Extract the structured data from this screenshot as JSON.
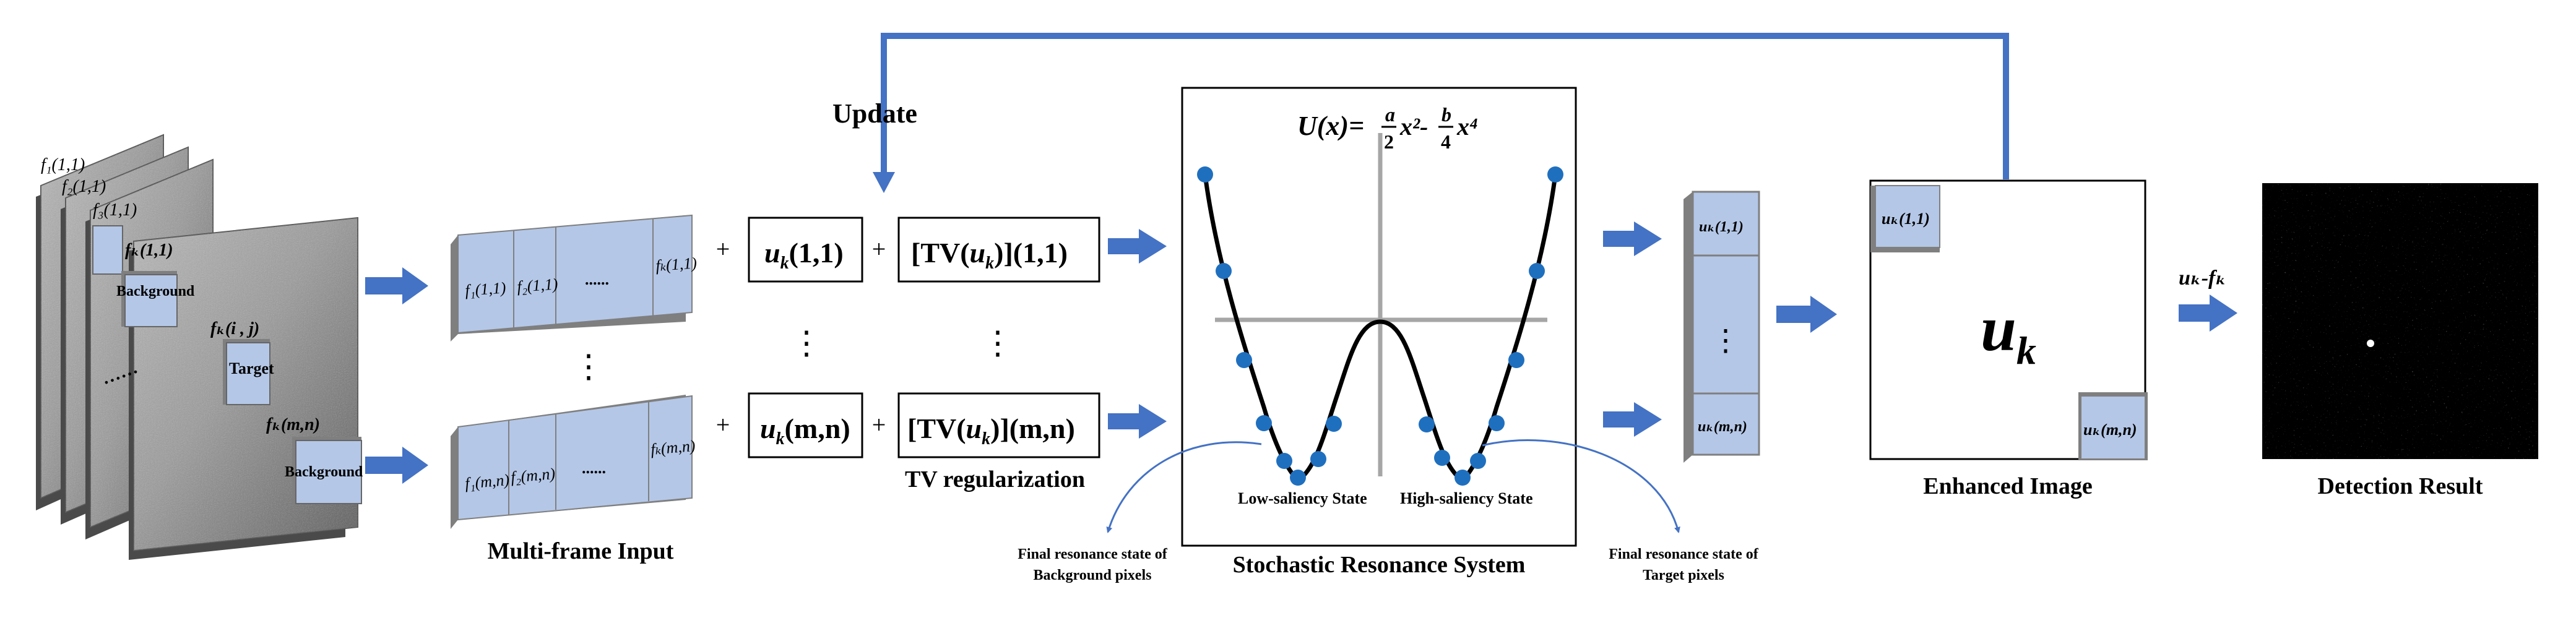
{
  "labels": {
    "update": "Update",
    "multi_frame_input": "Multi-frame Input",
    "tv_regularization": "TV regularization",
    "stochastic_resonance_system": "Stochastic Resonance System",
    "enhanced_image": "Enhanced Image",
    "detection_result": "Detection Result",
    "low_saliency_state": "Low-saliency State",
    "high_saliency_state": "High-saliency State",
    "final_state_bg_line1": "Final resonance state of",
    "final_state_bg_line2": "Background pixels",
    "final_state_tg_line1": "Final resonance state of",
    "final_state_tg_line2": "Target pixels",
    "background": "Background",
    "target": "Target",
    "plus": "+",
    "vdots": "⋮",
    "hdots": "......"
  },
  "frames": {
    "f1_11": "f₁(1,1)",
    "f2_11": "f₂(1,1)",
    "f3_11": "f₃(1,1)",
    "fk_11": "fₖ(1,1)",
    "fk_ij": "fₖ(i , j)",
    "fk_mn": "fₖ(m,n)",
    "vdots": "⋮"
  },
  "vectors": {
    "top": [
      "f₁(1,1)",
      "f₂(1,1)",
      "......",
      "fₖ(1,1)"
    ],
    "bottom": [
      "f₁(m,n)",
      "f₂(m,n)",
      "......",
      "fₖ(m,n)"
    ]
  },
  "terms": {
    "u_base": "u",
    "sub_k": "k",
    "idx_11": "(1,1)",
    "idx_mn": "(m,n)",
    "tv_open": "[TV(",
    "tv_close": ")]"
  },
  "equation": {
    "lhs": "U(x)=",
    "a": "a",
    "two": "2",
    "x2": "x²-",
    "b": "b",
    "four": "4",
    "x4": "x⁴"
  },
  "output_vector": {
    "top": "uₖ(1,1)",
    "bottom": "uₖ(m,n)",
    "dots": "⋮"
  },
  "enhanced": {
    "big": "u",
    "big_sub": "k",
    "top_patch": "uₖ(1,1)",
    "bottom_patch": "uₖ(m,n)"
  },
  "diff_label": "uₖ-fₖ",
  "colors": {
    "arrow_blue": "#4472c4",
    "patch_fill": "#b4c7e7",
    "dot_blue": "#1f6fbf",
    "axis_gray": "#a6a6a6"
  }
}
